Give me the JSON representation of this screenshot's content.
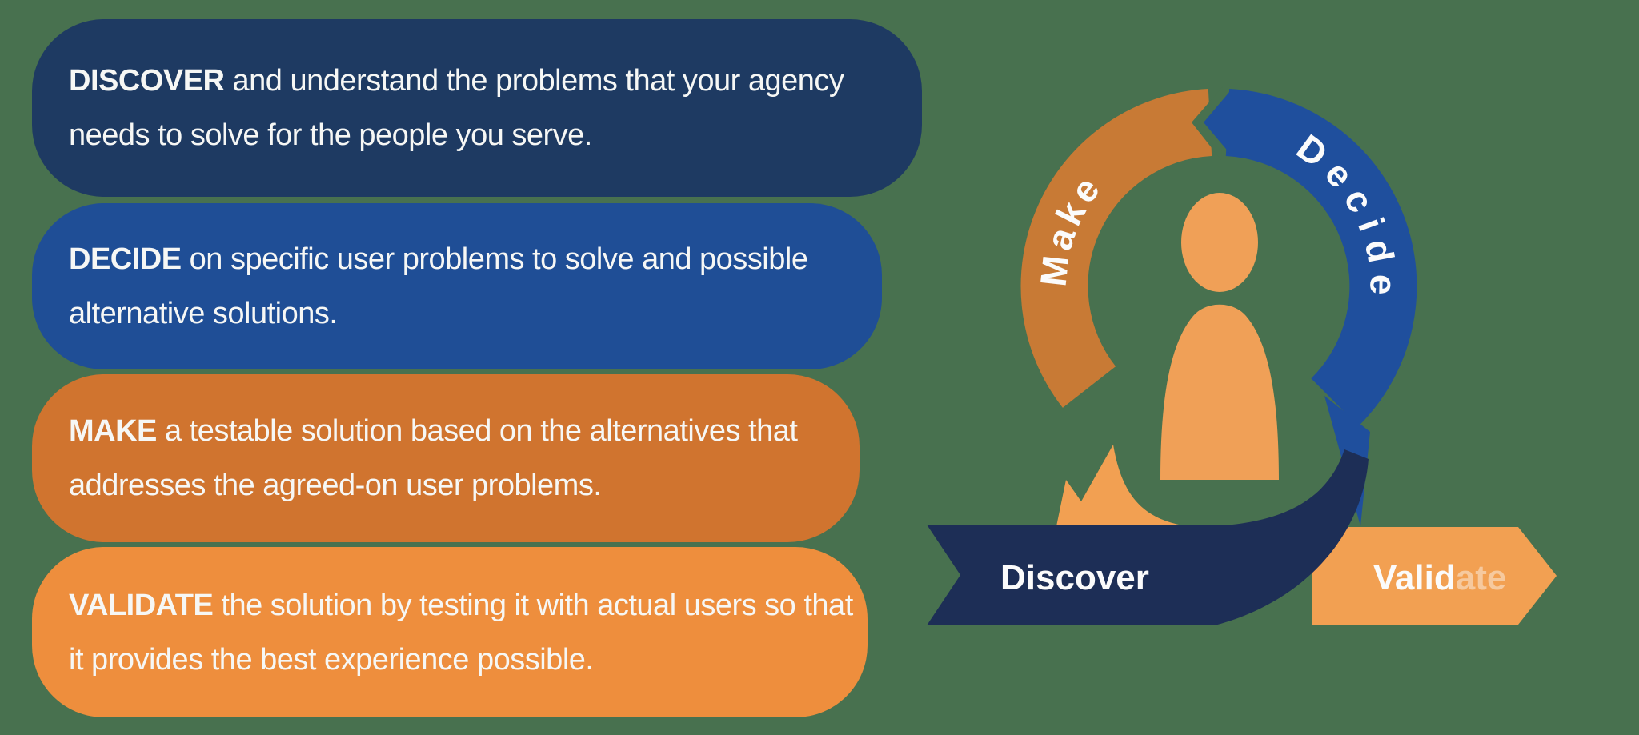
{
  "background": "#48714F",
  "process_steps": [
    {
      "keyword": "DISCOVER",
      "rest": " and understand the problems that your agency needs to solve for the people you serve.",
      "bg": "#1E3A62"
    },
    {
      "keyword": "DECIDE",
      "rest": " on specific user problems to solve and possible alternative solutions.",
      "bg": "#1F4E96"
    },
    {
      "keyword": "MAKE",
      "rest": " a testable solution based on the alternatives that addresses the agreed-on user problems.",
      "bg": "#D0742F"
    },
    {
      "keyword": "VALIDATE",
      "rest": " the solution by testing it with actual users so that it provides the best experience possible.",
      "bg": "#EE8E3D"
    }
  ],
  "cycle": {
    "make_label": "Make",
    "decide_label": "Decide",
    "discover_label": "Discover",
    "validate_label": "Validate",
    "validate_label_main": "Valid",
    "validate_label_faded": "ate",
    "colors": {
      "make_arc": "#C87A35",
      "decide_arc": "#1F4F9D",
      "navy": "#1D2E56",
      "light_orange": "#F2A052",
      "person": "#F0A057",
      "label": "#FBFBFB"
    }
  }
}
